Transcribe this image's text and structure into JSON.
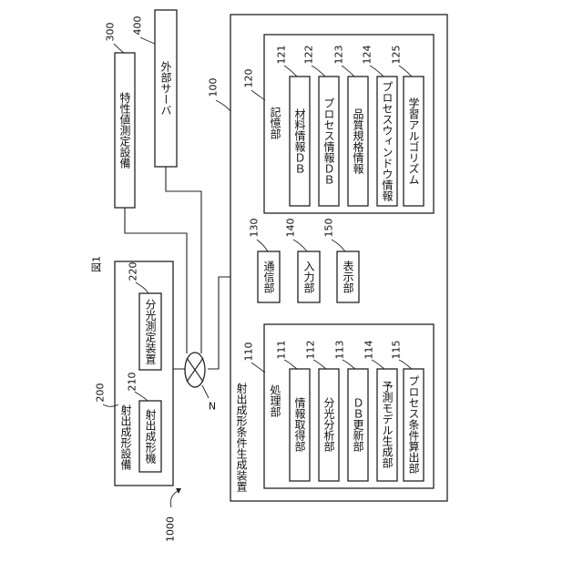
{
  "figure_label": "図1",
  "system": {
    "ref": "1000"
  },
  "network": {
    "label": "N"
  },
  "molding_equipment": {
    "ref": "200",
    "label": "射出成形設備",
    "injection_machine": {
      "ref": "210",
      "label": "射出成形機"
    },
    "spectrometer": {
      "ref": "220",
      "label": "分光測定装置"
    }
  },
  "property_equipment": {
    "ref": "300",
    "label": "特性値測定設備"
  },
  "external_server": {
    "ref": "400",
    "label": "外部サーバ"
  },
  "generator": {
    "ref": "100",
    "label": "射出成形条件生成装置",
    "storage": {
      "ref": "120",
      "label": "記憶部",
      "items": [
        {
          "ref": "121",
          "label": "材料情報ＤＢ"
        },
        {
          "ref": "122",
          "label": "プロセス情報ＤＢ"
        },
        {
          "ref": "123",
          "label": "品質規格情報"
        },
        {
          "ref": "124",
          "label": "プロセスウィンドウ情報"
        },
        {
          "ref": "125",
          "label": "学習アルゴリズム"
        }
      ]
    },
    "comm": {
      "ref": "130",
      "label": "通信部"
    },
    "input": {
      "ref": "140",
      "label": "入力部"
    },
    "display": {
      "ref": "150",
      "label": "表示部"
    },
    "processor": {
      "ref": "110",
      "label": "処理部",
      "items": [
        {
          "ref": "111",
          "label": "情報取得部"
        },
        {
          "ref": "112",
          "label": "分光分析部"
        },
        {
          "ref": "113",
          "label": "ＤＢ更新部"
        },
        {
          "ref": "114",
          "label": "予測モデル生成部"
        },
        {
          "ref": "115",
          "label": "プロセス条件算出部"
        }
      ]
    }
  }
}
